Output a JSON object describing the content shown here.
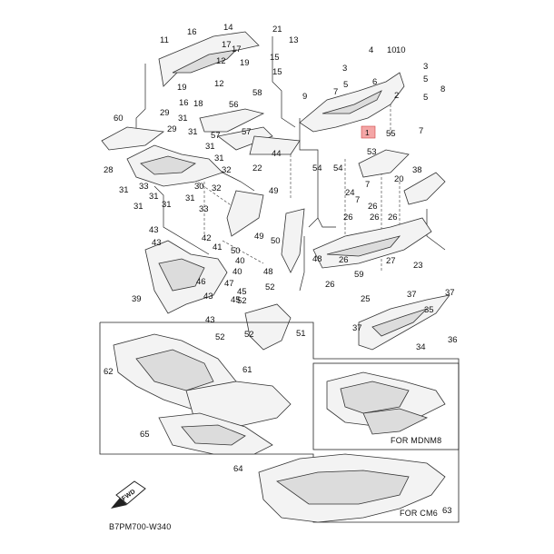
{
  "diagram_id": "B7PM700-W340",
  "fwd_label": "FWD",
  "variant_labels": {
    "mdnm8": "FOR MDNM8",
    "cm6": "FOR CM6"
  },
  "highlight_label": "1",
  "callouts": [
    "1",
    "2",
    "3",
    "4",
    "5",
    "6",
    "7",
    "8",
    "9",
    "10",
    "11",
    "12",
    "13",
    "14",
    "15",
    "16",
    "17",
    "18",
    "19",
    "20",
    "21",
    "22",
    "23",
    "24",
    "25",
    "26",
    "27",
    "28",
    "29",
    "30",
    "31",
    "32",
    "33",
    "34",
    "35",
    "36",
    "37",
    "38",
    "39",
    "40",
    "41",
    "42",
    "43",
    "44",
    "45",
    "46",
    "47",
    "48",
    "49",
    "50",
    "51",
    "52",
    "53",
    "54",
    "55",
    "56",
    "57",
    "58",
    "59",
    "60",
    "61",
    "62",
    "63",
    "64",
    "65"
  ]
}
